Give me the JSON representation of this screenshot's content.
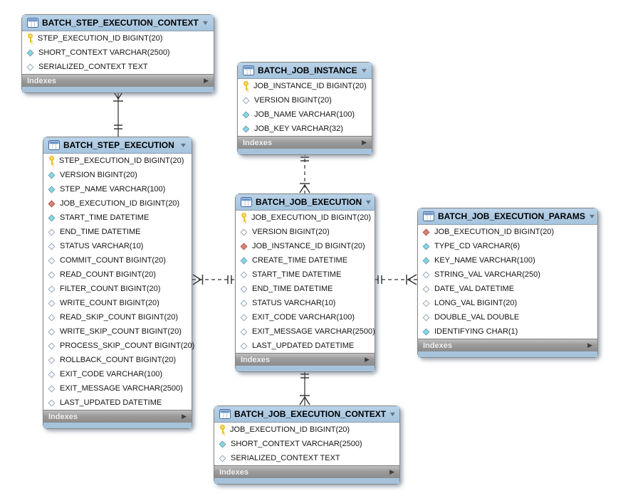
{
  "icons": {
    "collapse_caret": "▼",
    "expand_arrow": "▶"
  },
  "colors": {
    "table_header": "#a5c4de",
    "table_header_top": "#b9d2e8",
    "bottom_strip": "#a6c3db",
    "primary_key_icon": "#eebf27",
    "column_icon_filled": "#7fdcea",
    "column_icon_fk": "#dd837a",
    "relationship_line": "#2e2e2e"
  },
  "tables": [
    {
      "name": "BATCH_STEP_EXECUTION_CONTEXT",
      "footer_label": "Indexes",
      "columns": [
        {
          "icon": "key",
          "label": "STEP_EXECUTION_ID BIGINT(20)"
        },
        {
          "icon": "diamond-filled",
          "label": "SHORT_CONTEXT VARCHAR(2500)"
        },
        {
          "icon": "diamond-hollow",
          "label": "SERIALIZED_CONTEXT TEXT"
        }
      ]
    },
    {
      "name": "BATCH_JOB_INSTANCE",
      "footer_label": "Indexes",
      "columns": [
        {
          "icon": "key",
          "label": "JOB_INSTANCE_ID BIGINT(20)"
        },
        {
          "icon": "diamond-hollow",
          "label": "VERSION BIGINT(20)"
        },
        {
          "icon": "diamond-filled",
          "label": "JOB_NAME VARCHAR(100)"
        },
        {
          "icon": "diamond-filled",
          "label": "JOB_KEY VARCHAR(32)"
        }
      ]
    },
    {
      "name": "BATCH_STEP_EXECUTION",
      "footer_label": "Indexes",
      "columns": [
        {
          "icon": "key",
          "label": "STEP_EXECUTION_ID BIGINT(20)"
        },
        {
          "icon": "diamond-filled",
          "label": "VERSION BIGINT(20)"
        },
        {
          "icon": "diamond-filled",
          "label": "STEP_NAME VARCHAR(100)"
        },
        {
          "icon": "diamond-red",
          "label": "JOB_EXECUTION_ID BIGINT(20)"
        },
        {
          "icon": "diamond-filled",
          "label": "START_TIME DATETIME"
        },
        {
          "icon": "diamond-hollow",
          "label": "END_TIME DATETIME"
        },
        {
          "icon": "diamond-hollow",
          "label": "STATUS VARCHAR(10)"
        },
        {
          "icon": "diamond-hollow",
          "label": "COMMIT_COUNT BIGINT(20)"
        },
        {
          "icon": "diamond-hollow",
          "label": "READ_COUNT BIGINT(20)"
        },
        {
          "icon": "diamond-hollow",
          "label": "FILTER_COUNT BIGINT(20)"
        },
        {
          "icon": "diamond-hollow",
          "label": "WRITE_COUNT BIGINT(20)"
        },
        {
          "icon": "diamond-hollow",
          "label": "READ_SKIP_COUNT BIGINT(20)"
        },
        {
          "icon": "diamond-hollow",
          "label": "WRITE_SKIP_COUNT BIGINT(20)"
        },
        {
          "icon": "diamond-hollow",
          "label": "PROCESS_SKIP_COUNT BIGINT(20)"
        },
        {
          "icon": "diamond-hollow",
          "label": "ROLLBACK_COUNT BIGINT(20)"
        },
        {
          "icon": "diamond-hollow",
          "label": "EXIT_CODE VARCHAR(100)"
        },
        {
          "icon": "diamond-hollow",
          "label": "EXIT_MESSAGE VARCHAR(2500)"
        },
        {
          "icon": "diamond-hollow",
          "label": "LAST_UPDATED DATETIME"
        }
      ]
    },
    {
      "name": "BATCH_JOB_EXECUTION",
      "footer_label": "Indexes",
      "columns": [
        {
          "icon": "key",
          "label": "JOB_EXECUTION_ID BIGINT(20)"
        },
        {
          "icon": "diamond-hollow",
          "label": "VERSION BIGINT(20)"
        },
        {
          "icon": "diamond-red",
          "label": "JOB_INSTANCE_ID BIGINT(20)"
        },
        {
          "icon": "diamond-filled",
          "label": "CREATE_TIME DATETIME"
        },
        {
          "icon": "diamond-hollow",
          "label": "START_TIME DATETIME"
        },
        {
          "icon": "diamond-hollow",
          "label": "END_TIME DATETIME"
        },
        {
          "icon": "diamond-hollow",
          "label": "STATUS VARCHAR(10)"
        },
        {
          "icon": "diamond-hollow",
          "label": "EXIT_CODE VARCHAR(100)"
        },
        {
          "icon": "diamond-hollow",
          "label": "EXIT_MESSAGE VARCHAR(2500)"
        },
        {
          "icon": "diamond-hollow",
          "label": "LAST_UPDATED DATETIME"
        }
      ]
    },
    {
      "name": "BATCH_JOB_EXECUTION_PARAMS",
      "footer_label": "Indexes",
      "columns": [
        {
          "icon": "diamond-red",
          "label": "JOB_EXECUTION_ID BIGINT(20)"
        },
        {
          "icon": "diamond-filled",
          "label": "TYPE_CD VARCHAR(6)"
        },
        {
          "icon": "diamond-filled",
          "label": "KEY_NAME VARCHAR(100)"
        },
        {
          "icon": "diamond-hollow",
          "label": "STRING_VAL VARCHAR(250)"
        },
        {
          "icon": "diamond-hollow",
          "label": "DATE_VAL DATETIME"
        },
        {
          "icon": "diamond-hollow",
          "label": "LONG_VAL BIGINT(20)"
        },
        {
          "icon": "diamond-hollow",
          "label": "DOUBLE_VAL DOUBLE"
        },
        {
          "icon": "diamond-filled",
          "label": "IDENTIFYING CHAR(1)"
        }
      ]
    },
    {
      "name": "BATCH_JOB_EXECUTION_CONTEXT",
      "footer_label": "Indexes",
      "columns": [
        {
          "icon": "key",
          "label": "JOB_EXECUTION_ID BIGINT(20)"
        },
        {
          "icon": "diamond-filled",
          "label": "SHORT_CONTEXT VARCHAR(2500)"
        },
        {
          "icon": "diamond-hollow",
          "label": "SERIALIZED_CONTEXT TEXT"
        }
      ]
    }
  ],
  "relationships": [
    {
      "from": "BATCH_STEP_EXECUTION",
      "to": "BATCH_STEP_EXECUTION_CONTEXT",
      "line": "solid",
      "from_end": "exactly-one",
      "to_end": "one-or-many"
    },
    {
      "from": "BATCH_JOB_INSTANCE",
      "to": "BATCH_JOB_EXECUTION",
      "line": "dashed",
      "from_end": "exactly-one",
      "to_end": "one-or-many"
    },
    {
      "from": "BATCH_JOB_EXECUTION",
      "to": "BATCH_STEP_EXECUTION",
      "line": "dashed",
      "from_end": "exactly-one",
      "to_end": "one-or-many"
    },
    {
      "from": "BATCH_JOB_EXECUTION",
      "to": "BATCH_JOB_EXECUTION_PARAMS",
      "line": "dashed",
      "from_end": "exactly-one",
      "to_end": "one-or-many"
    },
    {
      "from": "BATCH_JOB_EXECUTION",
      "to": "BATCH_JOB_EXECUTION_CONTEXT",
      "line": "solid",
      "from_end": "exactly-one",
      "to_end": "one-or-many"
    }
  ]
}
